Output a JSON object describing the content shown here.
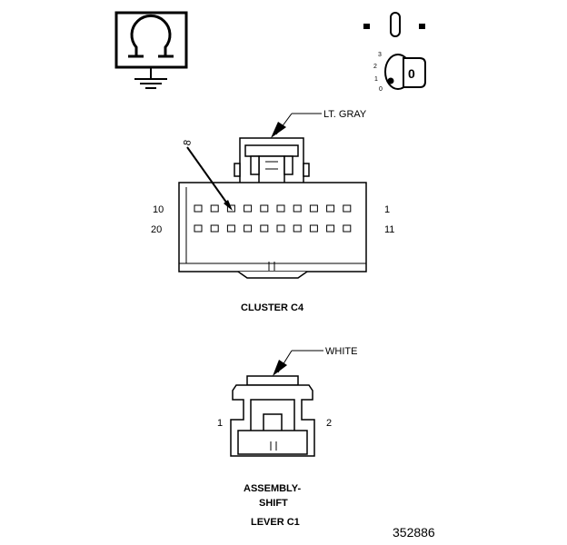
{
  "ground_symbol": {
    "icon": "ohm-ground-icon"
  },
  "ignition_switch": {
    "icon": "ignition-key-icon",
    "positions": [
      "3",
      "2",
      "1",
      "0"
    ],
    "key_label": "0"
  },
  "cluster_connector": {
    "color_label": "LT. GRAY",
    "callout_pin": "8",
    "left_top": "10",
    "left_bottom": "20",
    "right_top": "1",
    "right_bottom": "11",
    "name": "CLUSTER C4"
  },
  "shift_connector": {
    "color_label": "WHITE",
    "pin_left": "1",
    "pin_right": "2",
    "name_line1": "ASSEMBLY-",
    "name_line2": "SHIFT",
    "name_line3": "LEVER C1"
  },
  "figure_number": "352886"
}
